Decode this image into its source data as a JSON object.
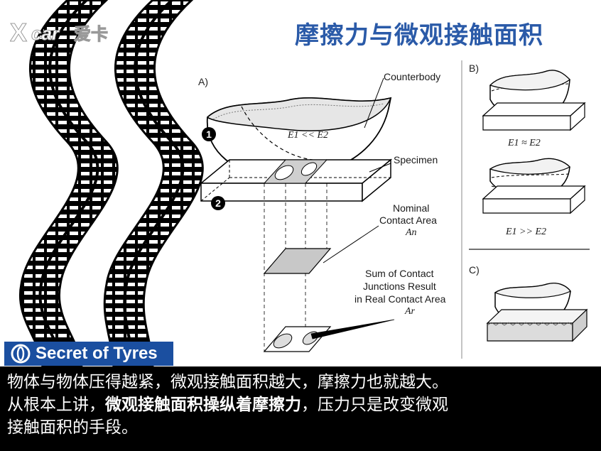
{
  "logo_text": "Xcar 爱卡",
  "headline": "摩擦力与微观接触面积",
  "badge": "Secret of Tyres",
  "panel_labels": {
    "a": "A)",
    "b": "B)",
    "c": "C)"
  },
  "markers": {
    "one": "1",
    "two": "2"
  },
  "labels": {
    "counterbody": "Counterbody",
    "specimen": "Specimen",
    "nominal_line1": "Nominal",
    "nominal_line2": "Contact  Area",
    "nominal_symbol": "An",
    "sum_line1": "Sum of Contact",
    "sum_line2": "Junctions Result",
    "sum_line3": "in Real Contact Area",
    "sum_symbol": "Ar",
    "e_ll": "E1 << E2",
    "e_approx": "E1 ≈ E2",
    "e_gg": "E1 >> E2"
  },
  "caption": {
    "line1": "物体与物体压得越紧，微观接触面积越大，摩擦力也就越大。",
    "line2_pre": "从根本上讲，",
    "line2_bold": "微观接触面积操纵着摩擦力",
    "line2_post": "，压力只是改变微观",
    "line3": "接触面积的手段。"
  }
}
